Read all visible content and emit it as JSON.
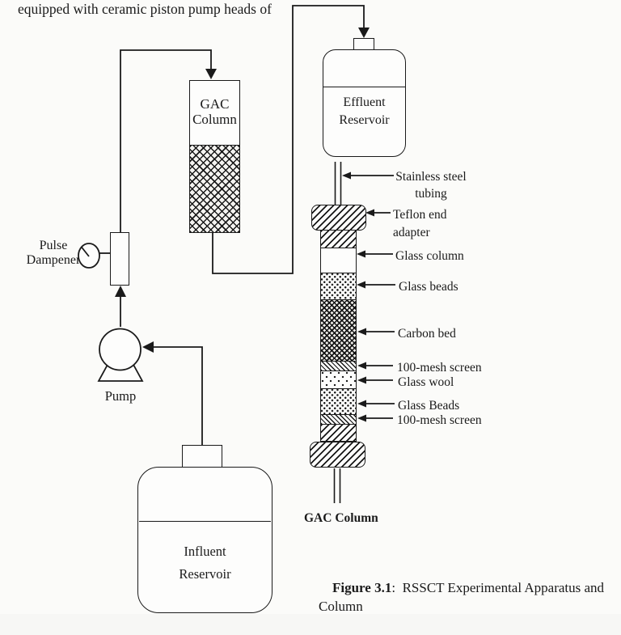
{
  "colors": {
    "ink": "#1a1a1a",
    "paper": "#fbfbf9"
  },
  "header": {
    "text": "equipped with ceramic piston pump heads of"
  },
  "apparatus": {
    "gac_column": {
      "line1": "GAC",
      "line2": "Column"
    },
    "effluent": {
      "line1": "Effluent",
      "line2": "Reservoir"
    },
    "dampener": {
      "line1": "Pulse",
      "line2": "Dampener"
    },
    "pump": {
      "label": "Pump"
    },
    "influent": {
      "line1": "Influent",
      "line2": "Reservoir"
    }
  },
  "column_detail": {
    "title": "GAC Column",
    "labels": [
      {
        "line1": "Stainless steel",
        "line2": "tubing"
      },
      {
        "line1": "Teflon end",
        "line2": "adapter"
      },
      {
        "line1": "Glass column",
        "line2": ""
      },
      {
        "line1": "Glass beads",
        "line2": ""
      },
      {
        "line1": "Carbon bed",
        "line2": ""
      },
      {
        "line1": "100-mesh screen",
        "line2": ""
      },
      {
        "line1": "Glass wool",
        "line2": ""
      },
      {
        "line1": "Glass Beads",
        "line2": ""
      },
      {
        "line1": "100-mesh screen",
        "line2": ""
      }
    ]
  },
  "caption": {
    "bold": "Figure 3.1",
    "rest": ":  RSSCT Experimental Apparatus and Column"
  }
}
